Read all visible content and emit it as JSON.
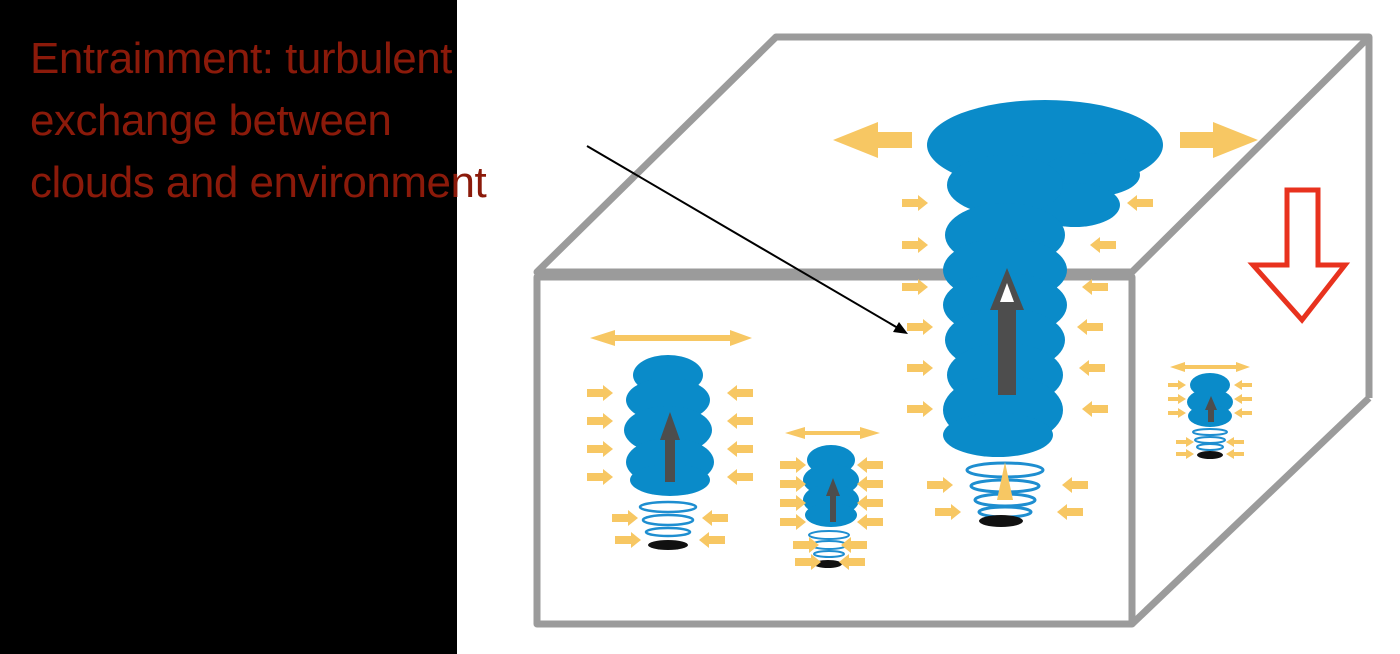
{
  "annotation": {
    "lines": [
      "Entrainment: turbulent",
      "exchange between",
      "clouds and environment"
    ],
    "text_color": "#8b1a0a"
  },
  "colors": {
    "background_left": "#000000",
    "background_right": "#ffffff",
    "box_edge": "#9b9b9b",
    "cloud": "#0a8bc9",
    "updraft_arrow": "#4d4d4d",
    "inflow_arrows": "#f7c763",
    "subsidence_arrow": "#e8321e",
    "pointer_line": "#000000",
    "cloud_base": "#111111"
  },
  "icons": {
    "subsidence": "down-arrow-outline-icon",
    "updraft": "up-arrow-icon",
    "entrainment_flow": "chevron-arrow-icon"
  }
}
